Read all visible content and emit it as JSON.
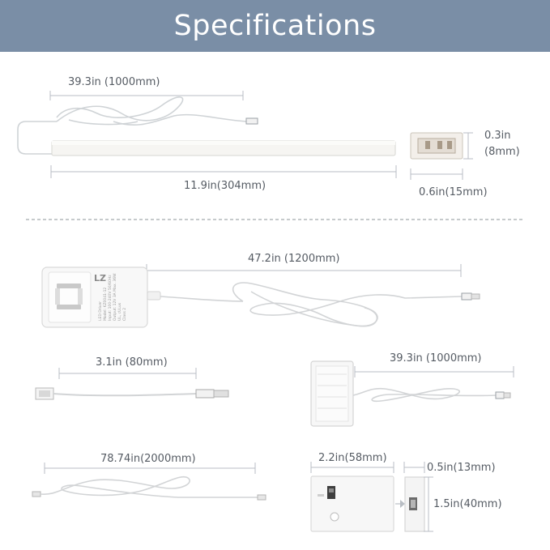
{
  "title": "Specifications",
  "light_bar": {
    "cable_length": "39.3in (1000mm)",
    "bar_length": "11.9in(304mm)",
    "height": "0.3in",
    "height_mm": "(8mm)",
    "width": "0.6in(15mm)"
  },
  "adapter": {
    "cable_length": "47.2in (1200mm)",
    "label_lines": [
      "LED Driver",
      "Model: KZ0041-12",
      "Input: 100-240V 50/60Hz",
      "Output: 12V 3A Max. 36W",
      "UL, cULus",
      "Class 2"
    ],
    "logo": "LZ"
  },
  "short_cable": {
    "length": "3.1in (80mm)"
  },
  "hub": {
    "cable_length": "39.3in (1000mm)"
  },
  "long_cable": {
    "length": "78.74in(2000mm)"
  },
  "sensor": {
    "width": "2.2in(58mm)",
    "depth": "0.5in(13mm)",
    "height": "1.5in(40mm)"
  },
  "colors": {
    "banner": "#7a8ea6",
    "text": "#555b63",
    "dim_line": "#b9bec4",
    "divider": "#8e949a"
  }
}
